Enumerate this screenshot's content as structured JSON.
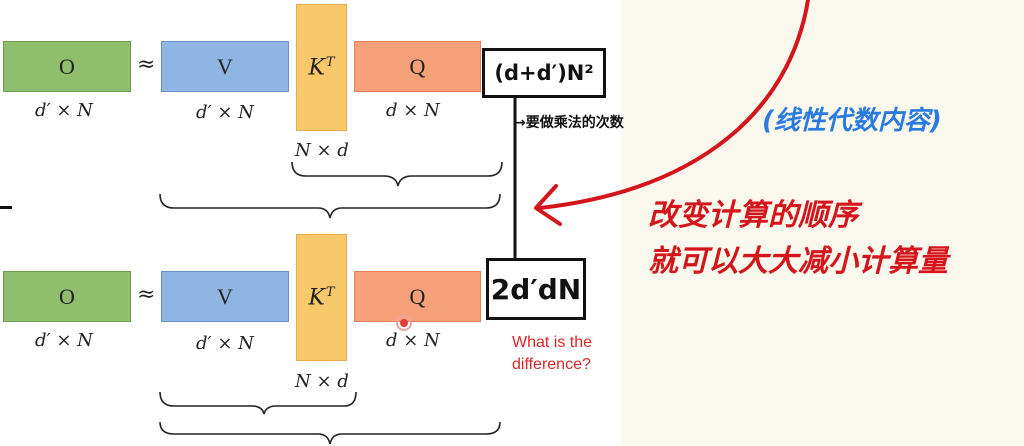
{
  "row1": {
    "o_label": "O",
    "approx": "≈",
    "v_label": "V",
    "k_base": "K",
    "k_sup": "T",
    "q_label": "Q",
    "o_dim": "d′ × N",
    "v_dim": "d′ × N",
    "q_dim": "d × N",
    "k_dim": "N × d",
    "cost": "(d+d′)N²"
  },
  "row2": {
    "o_label": "O",
    "approx": "≈",
    "v_label": "V",
    "k_base": "K",
    "k_sup": "T",
    "q_label": "Q",
    "o_dim": "d′ × N",
    "v_dim": "d′ × N",
    "q_dim": "d × N",
    "k_dim": "N × d",
    "cost": "2d′dN"
  },
  "question": {
    "line1": "What is the",
    "line2": "difference?"
  },
  "notes": {
    "arrow_note": "→要做乘法的次数",
    "linear_algebra": "(线性代数内容)",
    "change_order_line1": "改变计算的顺序",
    "change_order_line2": "就可以大大减小计算量"
  },
  "colors": {
    "green": "#8fbf6d",
    "blue": "#8fb6e3",
    "yellow": "#f8c96a",
    "orange": "#f6a07a",
    "red_ink": "#d4161c",
    "blue_ink": "#2a7be0"
  }
}
